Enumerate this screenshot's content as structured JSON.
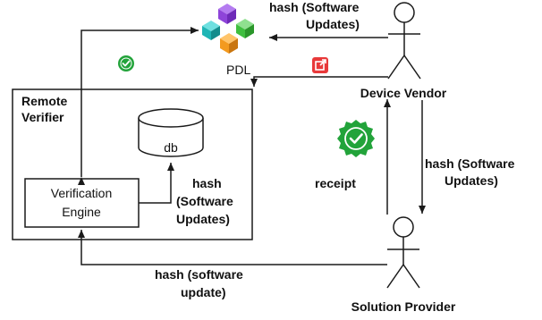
{
  "nodes": {
    "pdl": {
      "label": "PDL"
    },
    "remote_verifier": {
      "label_line1": "Remote",
      "label_line2": "Verifier"
    },
    "db": {
      "label": "db"
    },
    "verification_engine": {
      "label_line1": "Verification",
      "label_line2": "Engine"
    },
    "device_vendor": {
      "label": "Device Vendor"
    },
    "solution_provider": {
      "label": "Solution Provider"
    }
  },
  "edges": {
    "vendor_to_pdl": {
      "label_line1": "hash (Software",
      "label_line2": "Updates)"
    },
    "engine_to_db": {
      "label_line1": "hash",
      "label_line2": "(Software",
      "label_line3": "Updates)"
    },
    "vendor_to_provider": {
      "label_line1": "hash (Software",
      "label_line2": "Updates)"
    },
    "provider_to_vendor": {
      "label": "receipt"
    },
    "provider_to_engine": {
      "label_line1": "hash (software",
      "label_line2": "update)"
    }
  },
  "colors": {
    "line": "#1a1a1a",
    "check_green": "#22a33a",
    "export_red": "#e8393a",
    "cube_purple": "#8e44d9",
    "cube_green": "#3fbf3f",
    "cube_teal": "#1fb5b5",
    "cube_orange": "#f39a1f"
  },
  "icons": {
    "pdl": "stacked-cubes-icon",
    "verified": "check-badge-icon",
    "receipt": "check-badge-icon",
    "notify": "external-link-icon"
  }
}
